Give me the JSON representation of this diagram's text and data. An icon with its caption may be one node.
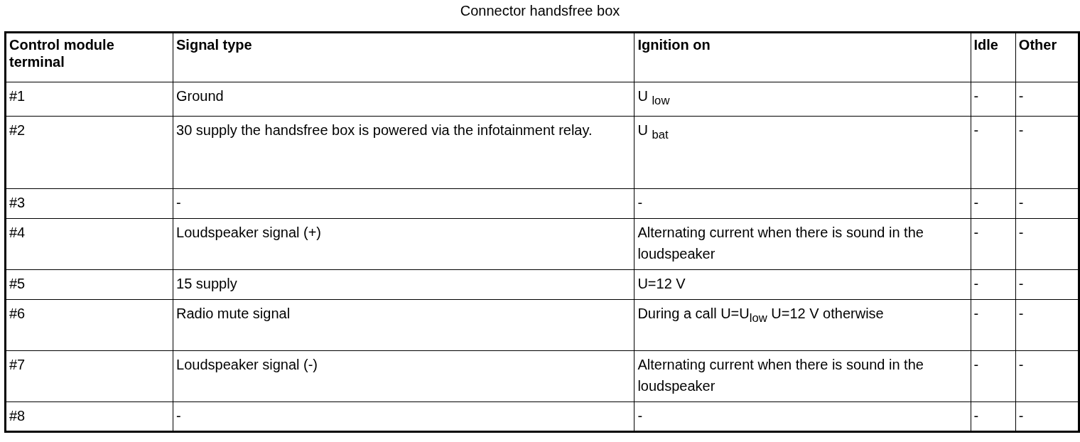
{
  "diagram": {
    "title": "Connector handsfree box",
    "labels": [
      "Control module terminal",
      "Signal type",
      "Ignition on",
      "Idle",
      "Other",
      "#1",
      "Ground",
      "U $_{low}$",
      "-",
      "-",
      "#2",
      "30 supply the handsfree box is powered via the infotainment relay.",
      "U $_{bat}$",
      "-",
      "-",
      "#3",
      "-",
      "-",
      "-",
      "-",
      "#4",
      "Loudspeaker signal (+)",
      "Alternating current when there is sound in the loudspeaker",
      "-",
      "-",
      "#5",
      "15 supply",
      "U=12 V",
      "-",
      "-",
      "#6",
      "Radio mute signal",
      "During a call U=U$_{low}$ U=12 V otherwise",
      "-",
      "-",
      "#7",
      "Loudspeaker signal (-)",
      "Alternating current when there is sound in the loudspeaker",
      "-",
      "-",
      "#8",
      "-",
      "-",
      "-",
      "-"
    ]
  }
}
